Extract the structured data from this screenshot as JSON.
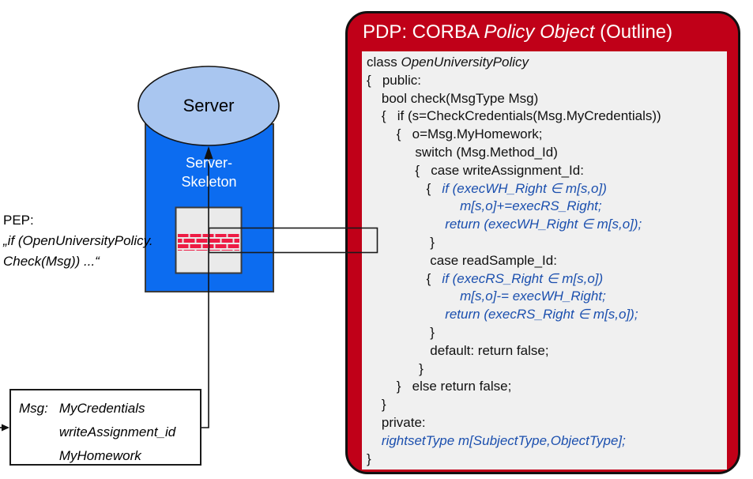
{
  "colors": {
    "pdp_red": "#c00018",
    "brick_red": "#ee1b44",
    "skeleton_blue": "#0c6cf0",
    "server_ellipse_blue": "#a9c6f0",
    "code_blue": "#1b4fae",
    "code_box_gray": "#f0f0f0",
    "firewall_gray": "#eaeaea"
  },
  "server": {
    "label": "Server"
  },
  "skeleton": {
    "line1": "Server-",
    "line2": "Skeleton"
  },
  "pep": {
    "title": "PEP:",
    "line1": "„if (OpenUniversityPolicy.",
    "line2": "Check(Msg)) ...“"
  },
  "msg": {
    "label": "Msg:",
    "items": [
      "MyCredentials",
      "writeAssignment_id",
      "MyHomework"
    ]
  },
  "pdp": {
    "title_prefix": "PDP: CORBA ",
    "title_italic": "Policy Object",
    "title_suffix": " (Outline)",
    "code": {
      "lines": [
        [
          {
            "t": "class ",
            "s": "r"
          },
          {
            "t": "OpenUniversityPolicy",
            "s": "b_black_italic"
          }
        ],
        [
          {
            "t": "{   public:",
            "s": "r"
          }
        ],
        [
          {
            "t": "    bool check(MsgType Msg)",
            "s": "r"
          }
        ],
        [
          {
            "t": "    {   if (s=CheckCredentials(Msg.MyCredentials))",
            "s": "r"
          }
        ],
        [
          {
            "t": "        {   o=Msg.MyHomework;",
            "s": "r"
          }
        ],
        [
          {
            "t": "             switch (Msg.Method_Id)",
            "s": "r"
          }
        ],
        [
          {
            "t": "             {   case writeAssignment_Id:",
            "s": "r"
          }
        ],
        [
          {
            "t": "                {   ",
            "s": "r"
          },
          {
            "t": "if (execWH_Right ∈ m[s,o])",
            "s": "b"
          }
        ],
        [
          {
            "t": "                         ",
            "s": "r"
          },
          {
            "t": "m[s,o]+=execRS_Right;",
            "s": "b"
          }
        ],
        [
          {
            "t": "                     ",
            "s": "r"
          },
          {
            "t": "return (execWH_Right ∈ m[s,o]);",
            "s": "b"
          }
        ],
        [
          {
            "t": "                 }",
            "s": "r"
          }
        ],
        [
          {
            "t": "                 case readSample_Id:",
            "s": "r"
          }
        ],
        [
          {
            "t": "                {   ",
            "s": "r"
          },
          {
            "t": "if (execRS_Right ∈ m[s,o])",
            "s": "b"
          }
        ],
        [
          {
            "t": "                         ",
            "s": "r"
          },
          {
            "t": "m[s,o]-= execWH_Right;",
            "s": "b"
          }
        ],
        [
          {
            "t": "                     ",
            "s": "r"
          },
          {
            "t": "return (execRS_Right ∈ m[s,o]);",
            "s": "b"
          }
        ],
        [
          {
            "t": "                 }",
            "s": "r"
          }
        ],
        [
          {
            "t": "                 default: return false;",
            "s": "r"
          }
        ],
        [
          {
            "t": "              }",
            "s": "r"
          }
        ],
        [
          {
            "t": "        }   else return false;",
            "s": "r"
          }
        ],
        [
          {
            "t": "    }",
            "s": "r"
          }
        ],
        [
          {
            "t": "    private:",
            "s": "r"
          }
        ],
        [
          {
            "t": "    ",
            "s": "r"
          },
          {
            "t": "rightsetType m[SubjectType,ObjectType];",
            "s": "b"
          }
        ],
        [
          {
            "t": "}",
            "s": "r"
          }
        ]
      ]
    }
  }
}
